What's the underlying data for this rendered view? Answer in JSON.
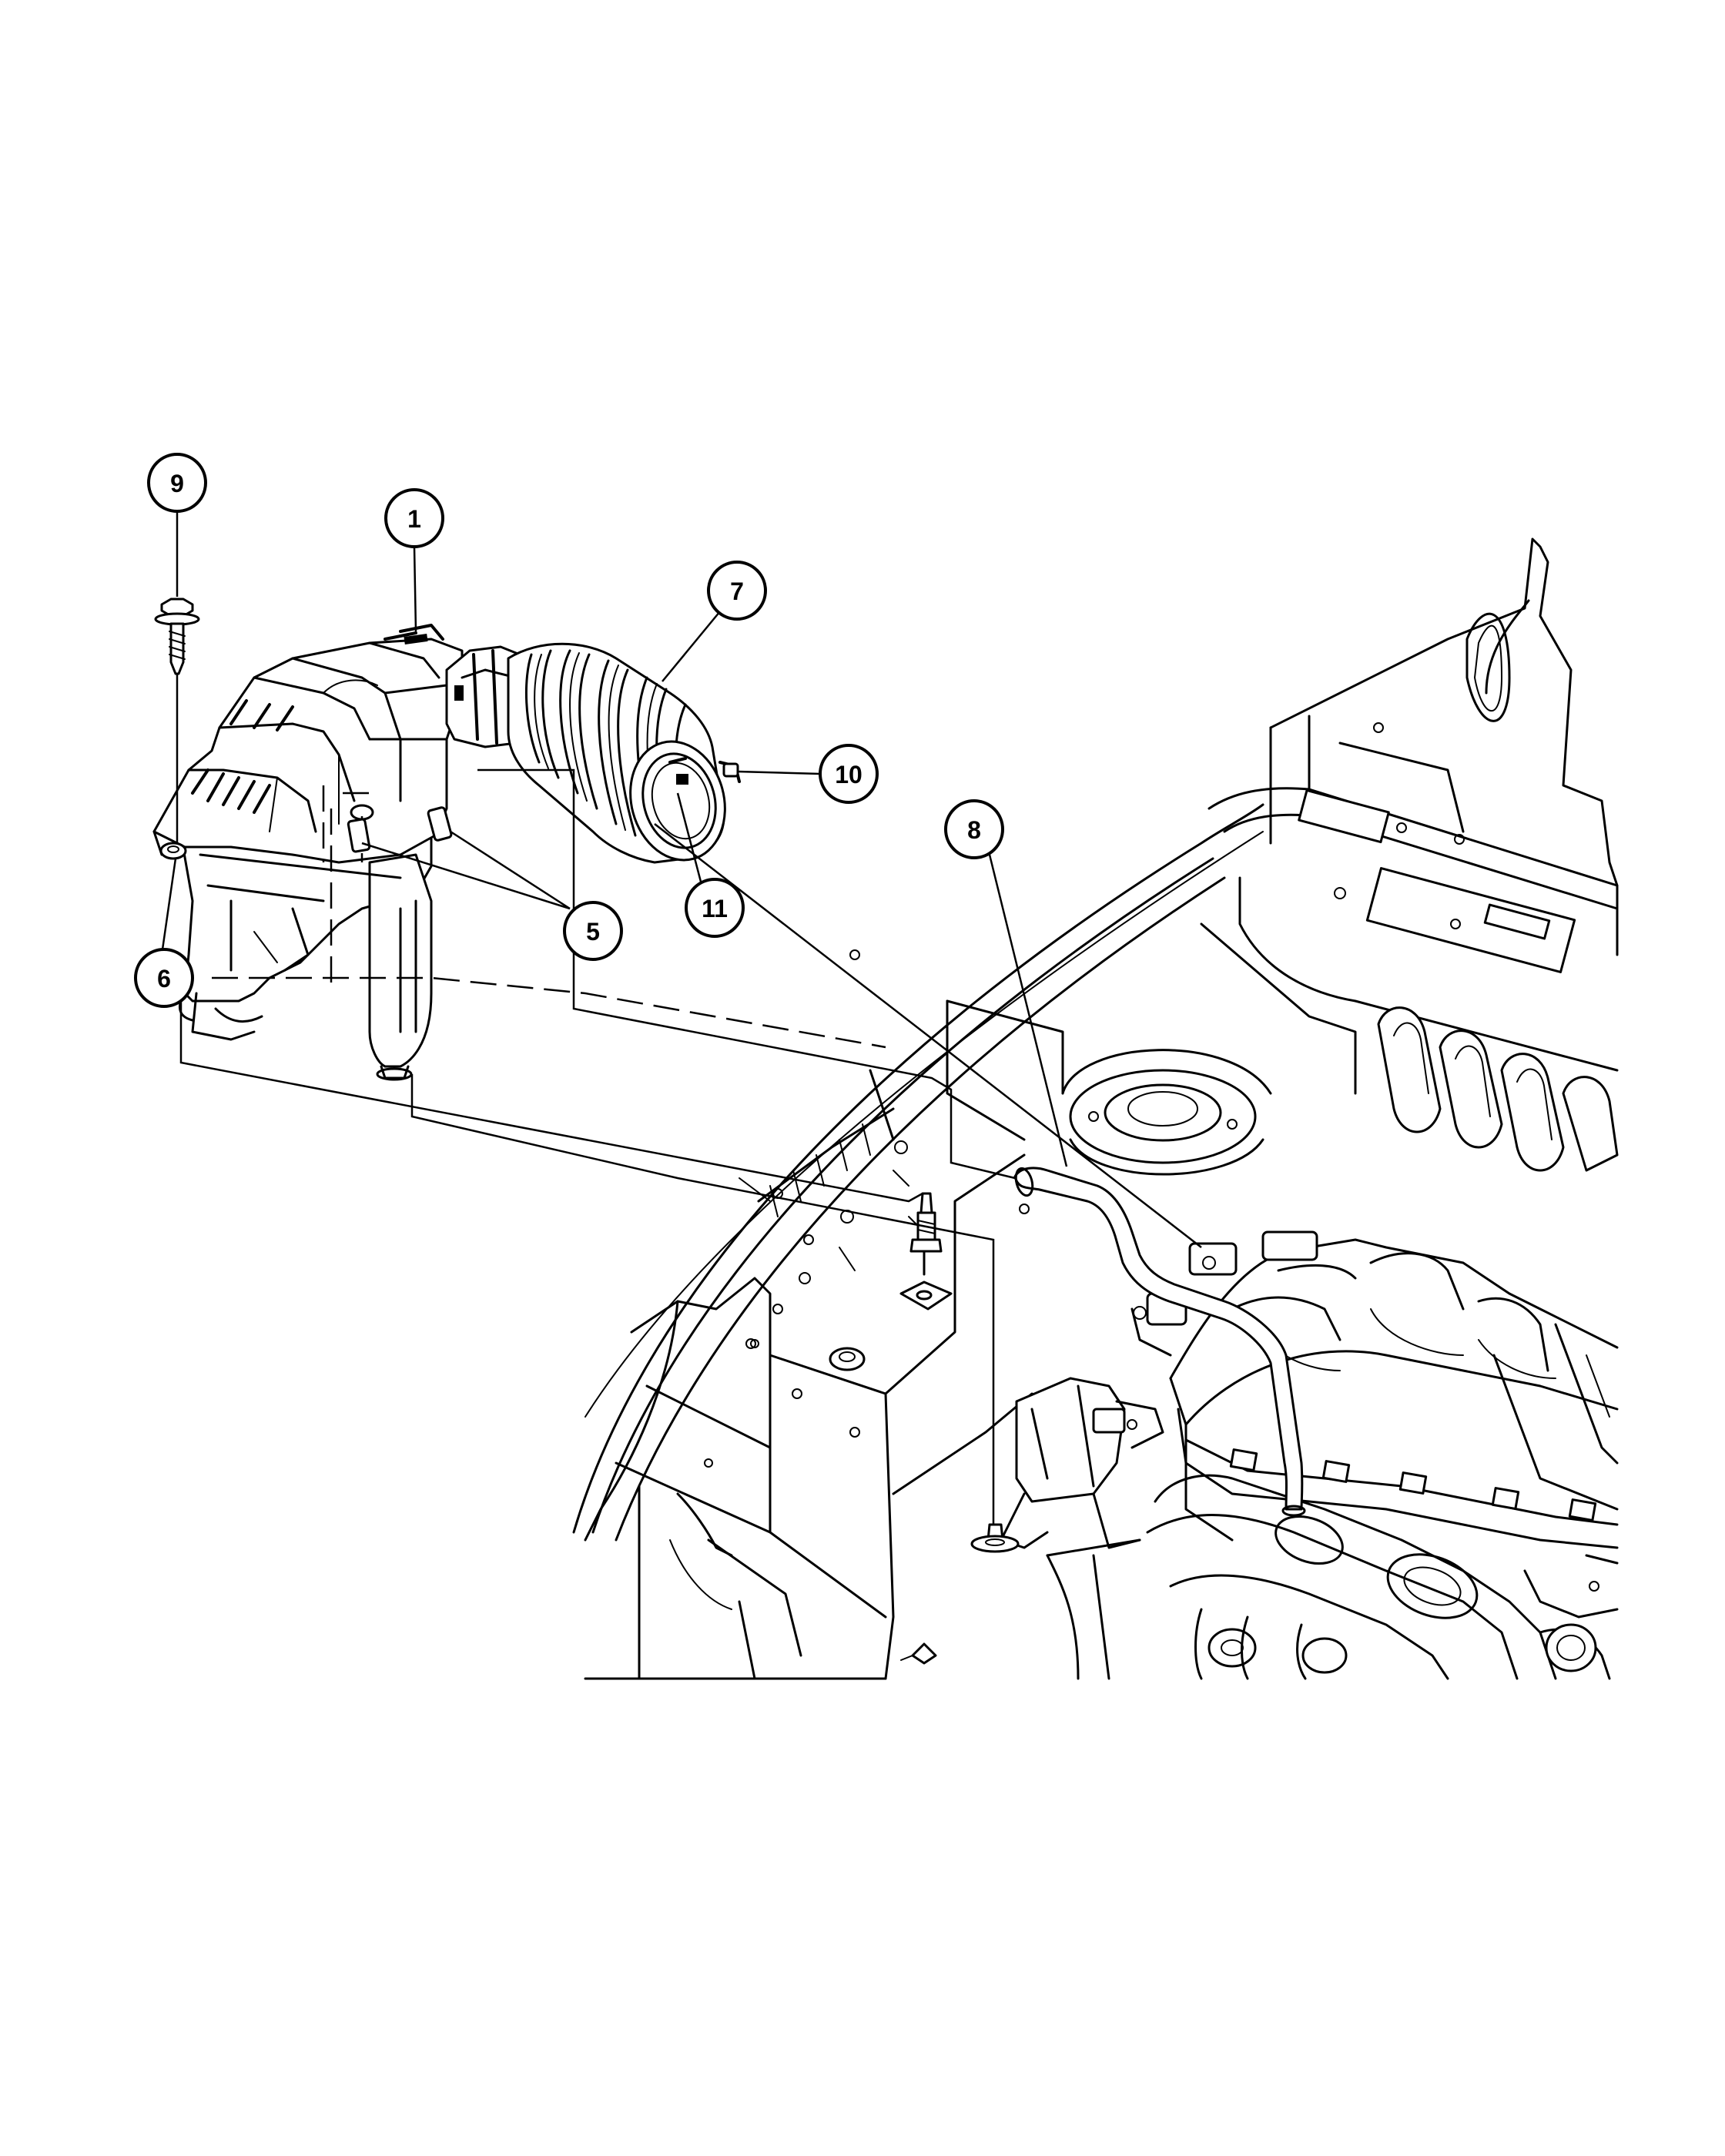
{
  "diagram": {
    "callouts": [
      {
        "id": "c9",
        "label": "9"
      },
      {
        "id": "c1",
        "label": "1"
      },
      {
        "id": "c7",
        "label": "7"
      },
      {
        "id": "c10",
        "label": "10"
      },
      {
        "id": "c8",
        "label": "8"
      },
      {
        "id": "c11",
        "label": "11"
      },
      {
        "id": "c5",
        "label": "5"
      },
      {
        "id": "c6",
        "label": "6"
      }
    ]
  }
}
